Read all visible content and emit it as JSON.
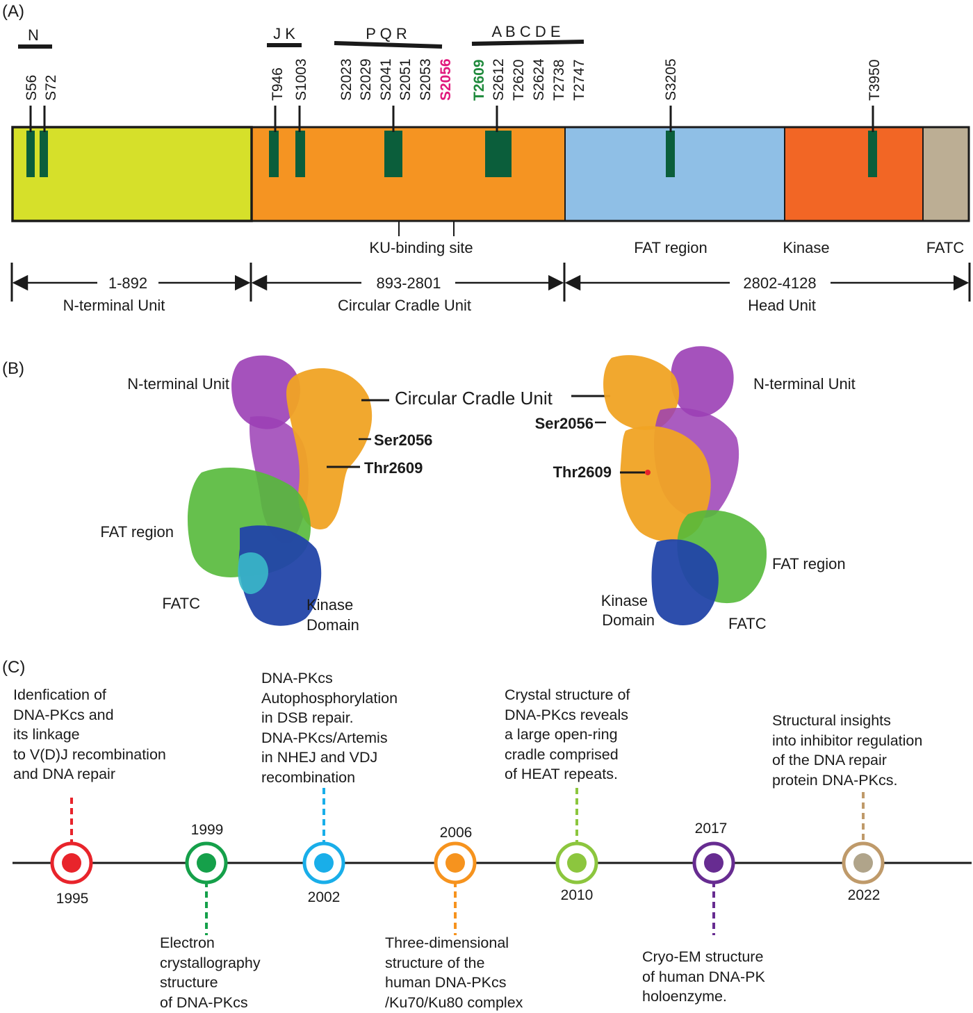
{
  "panels": {
    "a": "(A)",
    "b": "(B)",
    "c": "(C)"
  },
  "panelA": {
    "clusters": {
      "n": "N",
      "jk": "J K",
      "pqr": "P Q R",
      "abcde": "A B C D E"
    },
    "sites": {
      "s56": "S56",
      "s72": "S72",
      "t946": "T946",
      "s1003": "S1003",
      "s2023": "S2023",
      "s2029": "S2029",
      "s2041": "S2041",
      "s2051": "S2051",
      "s2053": "S2053",
      "s2056": "S2056",
      "t2609": "T2609",
      "s2612": "S2612",
      "t2620": "T2620",
      "s2624": "S2624",
      "t2738": "T2738",
      "t2747": "T2747",
      "s3205": "S3205",
      "t3950": "T3950"
    },
    "regions": {
      "ku": "KU-binding site",
      "fat": "FAT region",
      "kinase": "Kinase",
      "fatc": "FATC"
    },
    "units": {
      "nRange": "1-892",
      "nName": "N-terminal Unit",
      "cRange": "893-2801",
      "cName": "Circular Cradle Unit",
      "hRange": "2802-4128",
      "hName": "Head Unit"
    },
    "colors": {
      "nterm": "#d6e02a",
      "cradle": "#f59422",
      "fat": "#8fbfe6",
      "kinase": "#f26625",
      "fatc": "#bcae94",
      "site": "#0b5e3b",
      "s2056": "#e0197d",
      "t2609": "#1f8a3c"
    }
  },
  "panelB": {
    "left": {
      "nterm": "N-terminal Unit",
      "cradle": "Circular Cradle Unit",
      "ser": "Ser2056",
      "thr": "Thr2609",
      "fat": "FAT region",
      "fatc": "FATC",
      "kinase1": "Kinase",
      "kinase2": "Domain"
    },
    "right": {
      "nterm": "N-terminal Unit",
      "ser": "Ser2056",
      "thr": "Thr2609",
      "fat": "FAT region",
      "kinase1": "Kinase",
      "kinase2": "Domain",
      "fatc": "FATC"
    }
  },
  "timeline": {
    "events": [
      {
        "year": "1995",
        "color": "#e8242b",
        "text": "Idenfication of\nDNA-PKcs and\nits linkage\nto V(D)J recombination\nand DNA repair"
      },
      {
        "year": "1999",
        "color": "#15a04a",
        "text": "Electron\ncrystallography\nstructure\nof DNA-PKcs"
      },
      {
        "year": "2002",
        "color": "#19aee9",
        "text": "DNA-PKcs\nAutophosphorylation\nin DSB repair.\nDNA-PKcs/Artemis\nin NHEJ and VDJ\nrecombination"
      },
      {
        "year": "2006",
        "color": "#f6931e",
        "text": "Three-dimensional\nstructure of the\nhuman DNA-PKcs\n/Ku70/Ku80 complex"
      },
      {
        "year": "2010",
        "color": "#8cc63e",
        "text": "Crystal structure of\nDNA-PKcs reveals\na large open-ring\ncradle comprised\nof HEAT repeats."
      },
      {
        "year": "2017",
        "color": "#672c91",
        "text": "Cryo-EM structure\nof human DNA-PK\nholoenzyme."
      },
      {
        "year": "2022",
        "color": "#bf9a6a",
        "text": "Structural insights\ninto inhibitor regulation\nof the DNA repair\nprotein DNA-PKcs."
      }
    ]
  }
}
